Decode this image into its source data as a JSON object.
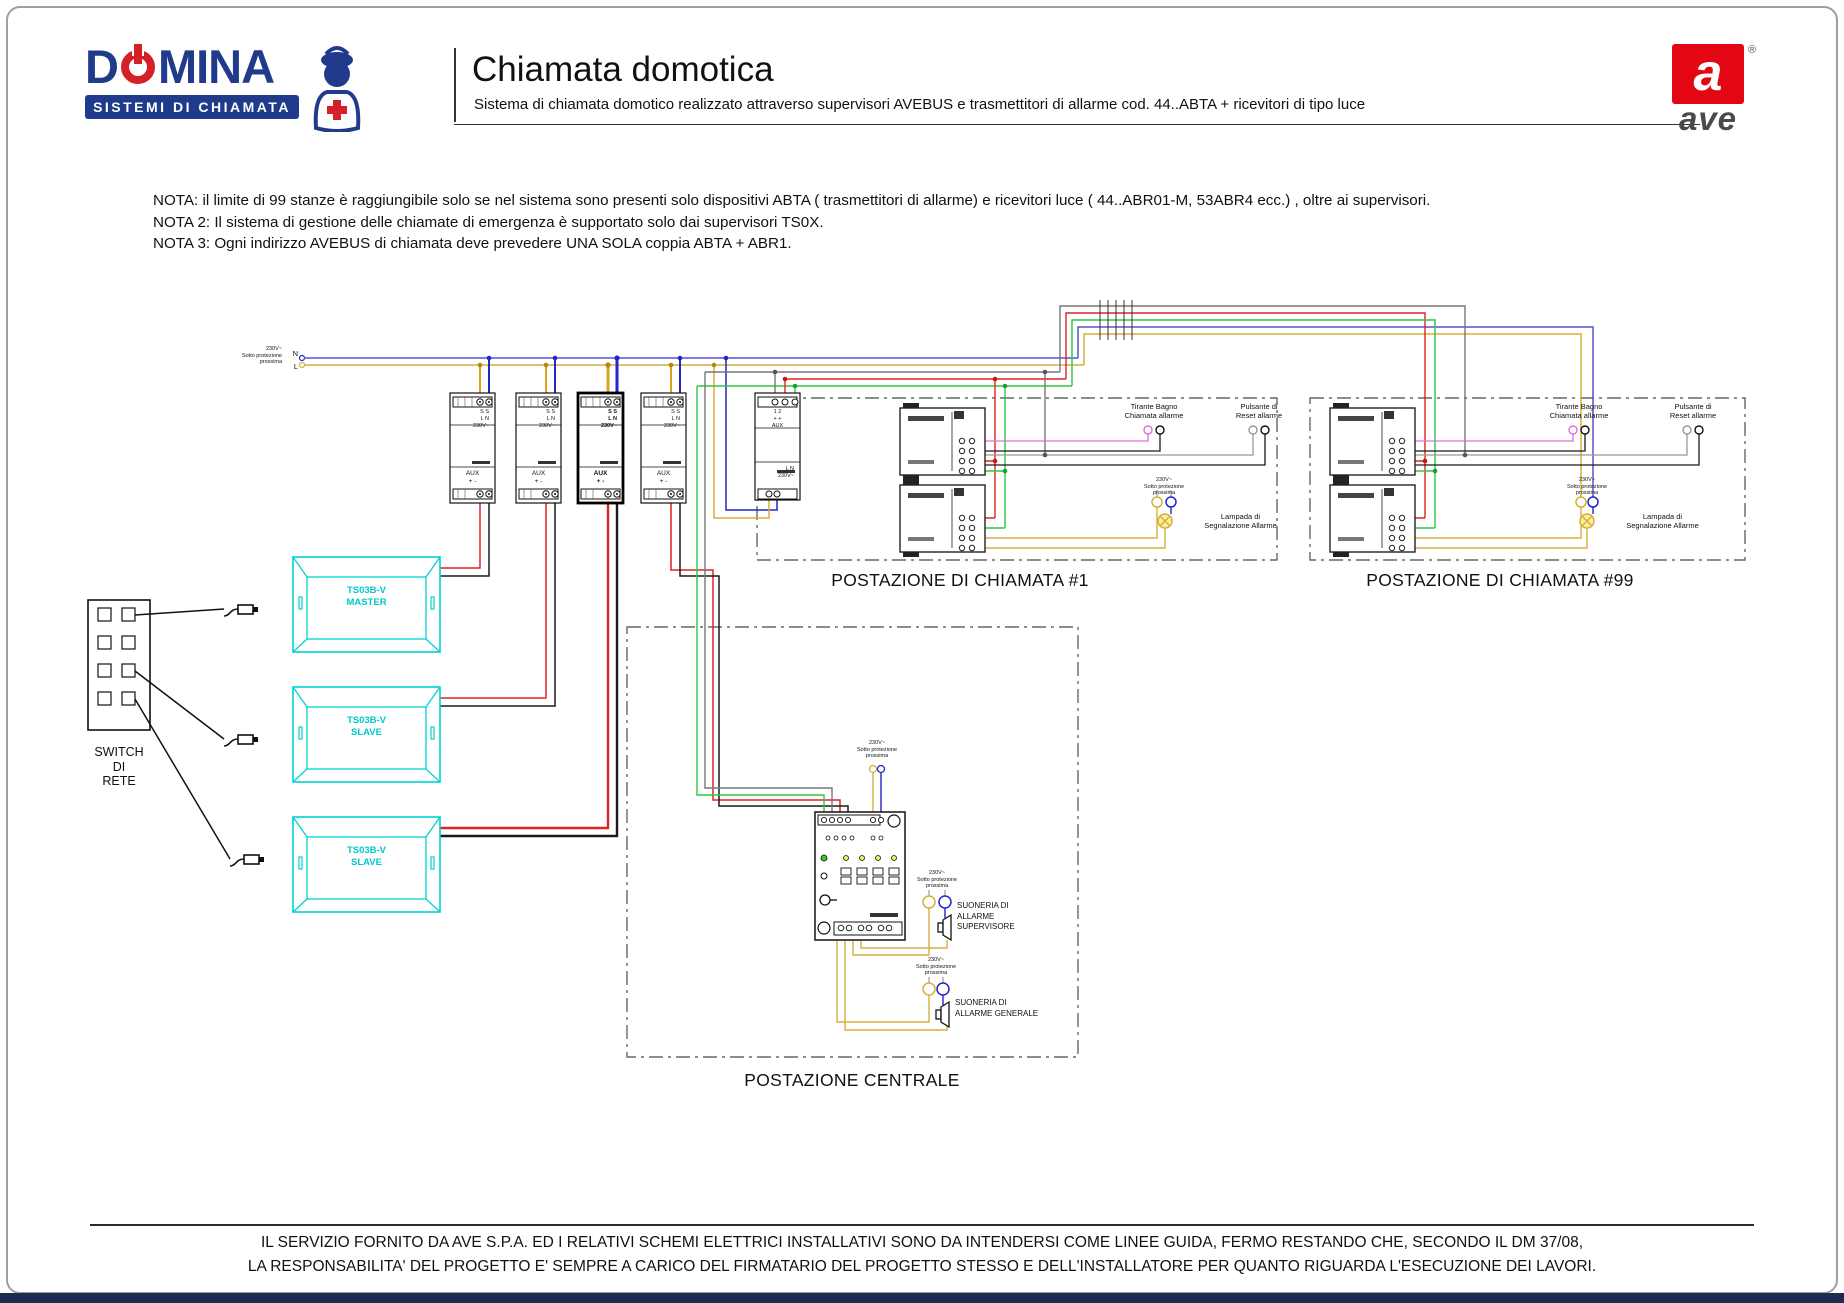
{
  "header": {
    "logo": {
      "brand_left": "D",
      "brand_right": "MINA",
      "tagline": "SISTEMI DI CHIAMATA",
      "brand_color": "#203a8c",
      "accent_color": "#d42027"
    },
    "title": "Chiamata domotica",
    "subtitle": "Sistema di chiamata domotico realizzato attraverso supervisori AVEBUS e trasmettitori di allarme cod. 44..ABTA + ricevitori di tipo luce",
    "ave": {
      "letter": "a",
      "reg": "®",
      "name": "ave",
      "red": "#e30613"
    }
  },
  "notes": {
    "line1": "NOTA: il limite di 99 stanze è raggiungibile solo se nel sistema sono presenti solo dispositivi ABTA   ( trasmettitori di allarme)    e ricevitori luce   ( 44..ABR01-M, 53ABR4 ecc.)    , oltre ai supervisori.",
    "line2": "NOTA 2: Il sistema di gestione delle chiamate di emergenza è supportato solo dai supervisori TS0X.",
    "line3": "NOTA 3: Ogni indirizzo AVEBUS di chiamata deve prevedere UNA SOLA coppia ABTA + ABR1."
  },
  "diagram": {
    "power": {
      "n": "N",
      "l": "L",
      "mini1": "230V~",
      "mini2": "Sotto protezione",
      "mini3": "prossima"
    },
    "module": {
      "ss": "S   S",
      "ln": "L   N",
      "v230": "230V~",
      "aux": "AUX",
      "plusminus": "+   -",
      "onetwo": "1   2",
      "plusplus": "+   +"
    },
    "ts": [
      {
        "l1": "TS03B-V",
        "l2": "MASTER"
      },
      {
        "l1": "TS03B-V",
        "l2": "SLAVE"
      },
      {
        "l1": "TS03B-V",
        "l2": "SLAVE"
      }
    ],
    "switch": {
      "w1": "SWITCH",
      "w2": "DI",
      "w3": "RETE"
    },
    "stations": [
      {
        "title": "POSTAZIONE DI CHIAMATA #1",
        "tirante1": "Tirante Bagno",
        "tirante2": "Chiamata allarme",
        "pulsante1": "Pulsante di",
        "pulsante2": "Reset allarme",
        "lamp1": "Lampada di",
        "lamp2": "Segnalazione Allarme"
      },
      {
        "title": "POSTAZIONE DI CHIAMATA #99",
        "tirante1": "Tirante Bagno",
        "tirante2": "Chiamata allarme",
        "pulsante1": "Pulsante di",
        "pulsante2": "Reset allarme",
        "lamp1": "Lampada di",
        "lamp2": "Segnalazione Allarme"
      }
    ],
    "central": {
      "title": "POSTAZIONE CENTRALE",
      "s1a": "SUONERIA DI",
      "s1b": "ALLARME",
      "s1c": "SUPERVISORE",
      "s2a": "SUONERIA DI",
      "s2b": "ALLARME GENERALE"
    },
    "colors": {
      "cyan": "#00d2d2",
      "blue": "#5353cf",
      "deep_blue": "#2525c8",
      "yellow": "#d9ae3e",
      "red": "#e02222",
      "green": "#2ec544",
      "magenta": "#e06ee0",
      "gray": "#777777"
    }
  },
  "footer": {
    "line1": "IL SERVIZIO FORNITO DA AVE S.P.A. ED I RELATIVI SCHEMI ELETTRICI INSTALLATIVI SONO DA INTENDERSI COME LINEE GUIDA, FERMO RESTANDO CHE, SECONDO IL DM 37/08,",
    "line2": "LA RESPONSABILITA' DEL PROGETTO E' SEMPRE A CARICO DEL FIRMATARIO DEL PROGETTO STESSO E DELL'INSTALLATORE PER QUANTO RIGUARDA L'ESECUZIONE DEI LAVORI."
  }
}
